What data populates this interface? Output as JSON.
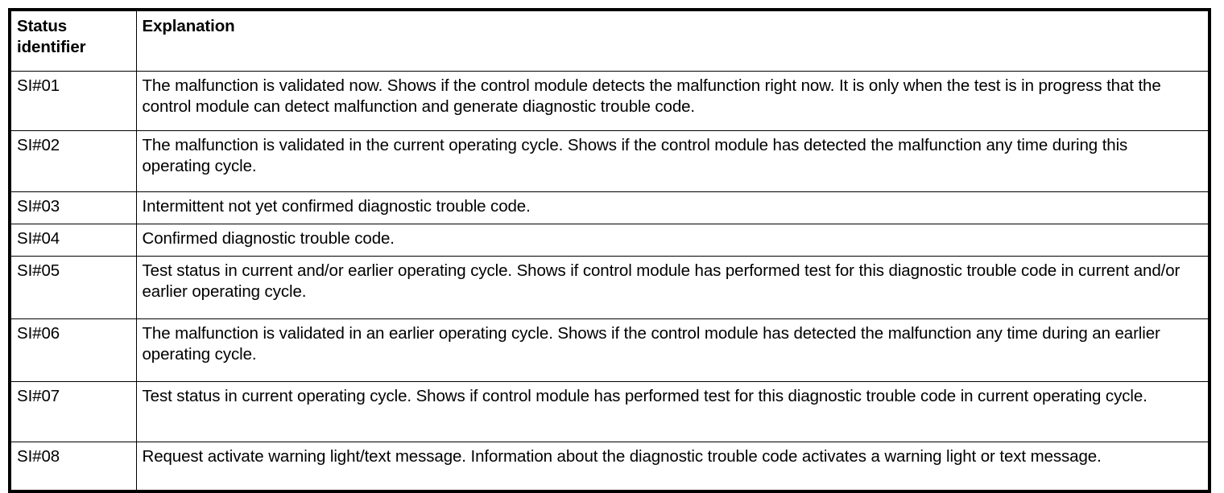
{
  "table": {
    "columns": [
      {
        "key": "status_identifier",
        "header_lines": [
          "Status",
          "identifier"
        ]
      },
      {
        "key": "explanation",
        "header_lines": [
          "Explanation"
        ]
      }
    ],
    "rows": [
      {
        "status_identifier": "SI#01",
        "explanation": "The malfunction is validated now. Shows if the control module detects the malfunction right now. It is only when the test is in progress that the control module can detect malfunction and generate diagnostic trouble code."
      },
      {
        "status_identifier": "SI#02",
        "explanation": "The malfunction is validated in the current operating cycle. Shows if the control module has detected the malfunction any time during this operating cycle."
      },
      {
        "status_identifier": "SI#03",
        "explanation": "Intermittent not yet confirmed diagnostic trouble code."
      },
      {
        "status_identifier": "SI#04",
        "explanation": "Confirmed diagnostic trouble code."
      },
      {
        "status_identifier": "SI#05",
        "explanation": "Test status in current and/or earlier operating cycle. Shows if control module has performed test for this diagnostic trouble code in current and/or earlier operating cycle."
      },
      {
        "status_identifier": "SI#06",
        "explanation": "The malfunction is validated in an earlier operating cycle. Shows if the control module has detected the malfunction any time during an earlier operating cycle."
      },
      {
        "status_identifier": "SI#07",
        "explanation": "Test status in current operating cycle. Shows if control module has performed test for this diagnostic trouble code in current operating cycle."
      },
      {
        "status_identifier": "SI#08",
        "explanation": "Request activate warning light/text message. Information about the diagnostic trouble code activates a warning light or text message."
      }
    ]
  },
  "colors": {
    "border": "#000000",
    "text": "#000000",
    "background": "#ffffff"
  }
}
